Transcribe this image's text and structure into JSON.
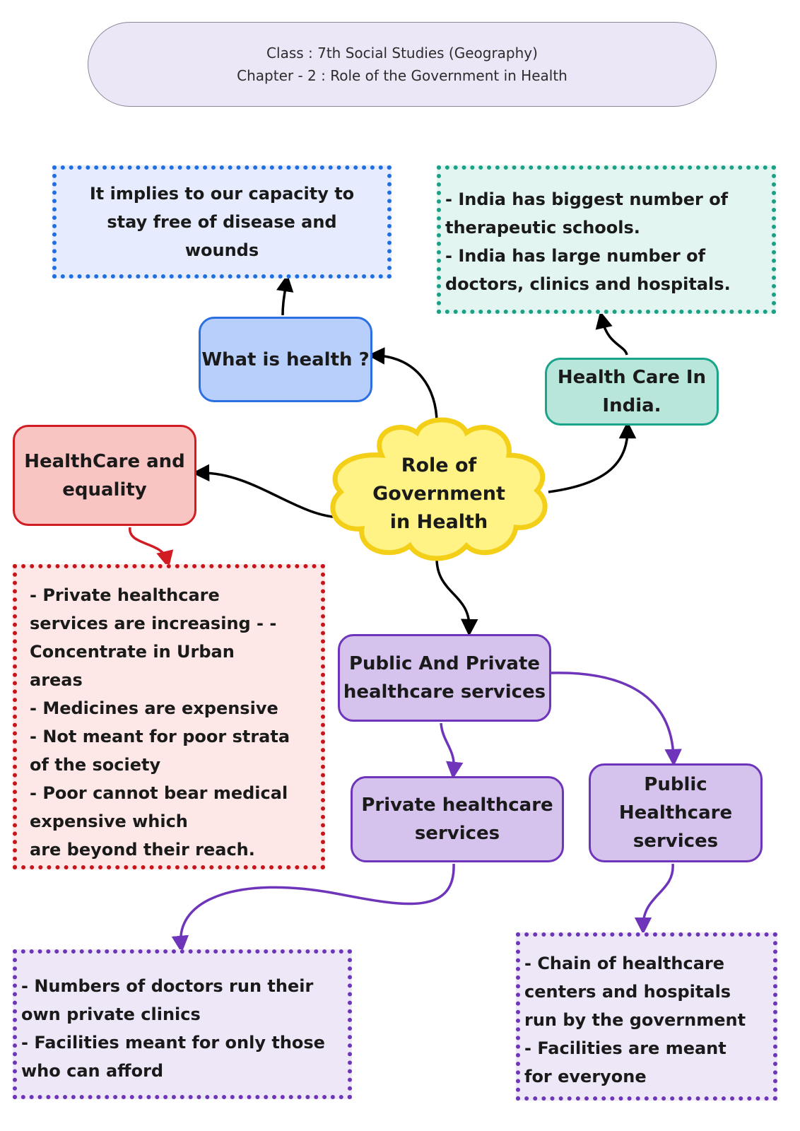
{
  "header": {
    "line1": "Class : 7th Social Studies (Geography)",
    "line2": "Chapter - 2 : Role of the Government in Health"
  },
  "center": {
    "lines": [
      "Role of",
      "Government",
      "in Health"
    ]
  },
  "nodes": {
    "what_is_health": [
      "What is health ?"
    ],
    "health_care_india": [
      "Health Care In",
      "India."
    ],
    "healthcare_equality": [
      "HealthCare and",
      "equality"
    ],
    "public_private": [
      "Public And Private",
      "healthcare services"
    ],
    "private_services": [
      "Private healthcare",
      "services"
    ],
    "public_services": [
      "Public",
      "Healthcare",
      "services"
    ]
  },
  "notes": {
    "health_definition": [
      "It implies to our capacity to",
      "stay free of disease and",
      "wounds"
    ],
    "india_facts": [
      "- India has biggest number of",
      "therapeutic schools.",
      "- India has large number of",
      "doctors, clinics and hospitals."
    ],
    "equality_facts": [
      "- Private healthcare",
      "services are increasing - -",
      "Concentrate in Urban",
      "areas",
      "- Medicines are expensive",
      "- Not meant for poor strata",
      "of the society",
      "- Poor cannot bear medical",
      "expensive which",
      "are beyond their reach."
    ],
    "private_facts": [
      "- Numbers of doctors run their",
      "own private clinics",
      "- Facilities meant for only those",
      "who can afford"
    ],
    "public_facts": [
      "- Chain of healthcare",
      "centers and hospitals",
      "run by the government",
      "- Facilities are meant",
      "for everyone"
    ]
  },
  "colors": {
    "blue": "#2b6fe0",
    "teal": "#19a58b",
    "red": "#d01c22",
    "purple": "#6e35ba",
    "cloud_fill": "#fff385",
    "cloud_stroke": "#f4cf17"
  }
}
